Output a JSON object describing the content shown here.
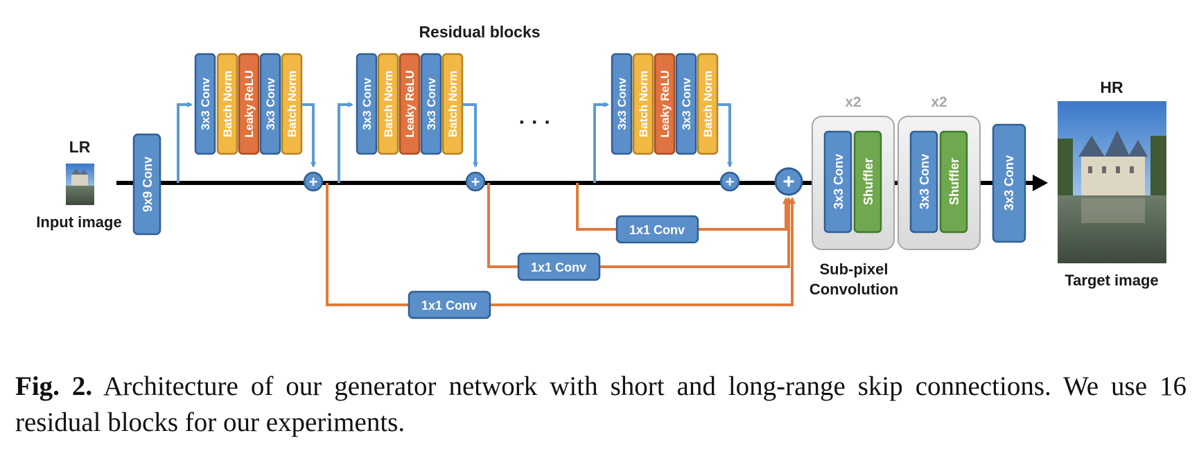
{
  "figure": {
    "title": "Residual blocks",
    "lr_label": "LR",
    "input_label": "Input image",
    "hr_label": "HR",
    "target_label": "Target image",
    "first_conv": "9x9 Conv",
    "ellipsis": "· · ·",
    "residual_block_layers": [
      "3x3 Conv",
      "Batch Norm",
      "Leaky ReLU",
      "3x3 Conv",
      "Batch Norm"
    ],
    "skip_conv_label": "1x1 Conv",
    "upsample_factor": "x2",
    "subpixel_layers": [
      "3x3 Conv",
      "Shuffler"
    ],
    "subpixel_label_line1": "Sub-pixel",
    "subpixel_label_line2": "Convolution",
    "final_conv": "3x3 Conv",
    "plus_symbol": "+",
    "colors": {
      "conv": "#5b8fc9",
      "conv_border": "#2f5f95",
      "batch_norm": "#f2b845",
      "batch_norm_border": "#b58221",
      "relu": "#e0733f",
      "relu_border": "#a84c22",
      "shuffler": "#6fa84f",
      "shuffler_border": "#3f7a2b",
      "short_skip": "#5b9bd5",
      "long_skip": "#e07b3c",
      "main_path": "#000000"
    }
  },
  "caption": {
    "label": "Fig. 2.",
    "text": " Architecture of our generator network with short and long-range skip connections. We use 16 residual blocks for our experiments."
  }
}
